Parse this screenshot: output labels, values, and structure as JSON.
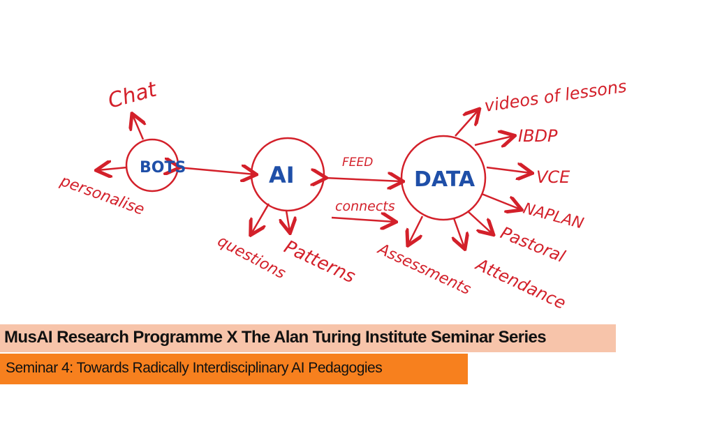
{
  "diagram": {
    "nodes": {
      "bots": "BOTS",
      "ai": "AI",
      "data": "DATA"
    },
    "bots_outputs": [
      "Chat",
      "personalise"
    ],
    "ai_outputs": [
      "questions",
      "Patterns"
    ],
    "edges": {
      "feed": "FEED",
      "connects": "connects"
    },
    "data_outputs": [
      "videos of lessons",
      "IBDP",
      "VCE",
      "NAPLAN",
      "Pastoral",
      "Attendance",
      "Assessments"
    ],
    "colors": {
      "ink_red": "#d3202a",
      "ink_blue": "#1f4fa8"
    }
  },
  "banner": {
    "title": "MusAI Research Programme X The Alan Turing Institute Seminar Series",
    "subtitle": "Seminar 4: Towards Radically Interdisciplinary AI Pedagogies",
    "title_bg": "#f7c4aa",
    "subtitle_bg": "#f7801e"
  }
}
